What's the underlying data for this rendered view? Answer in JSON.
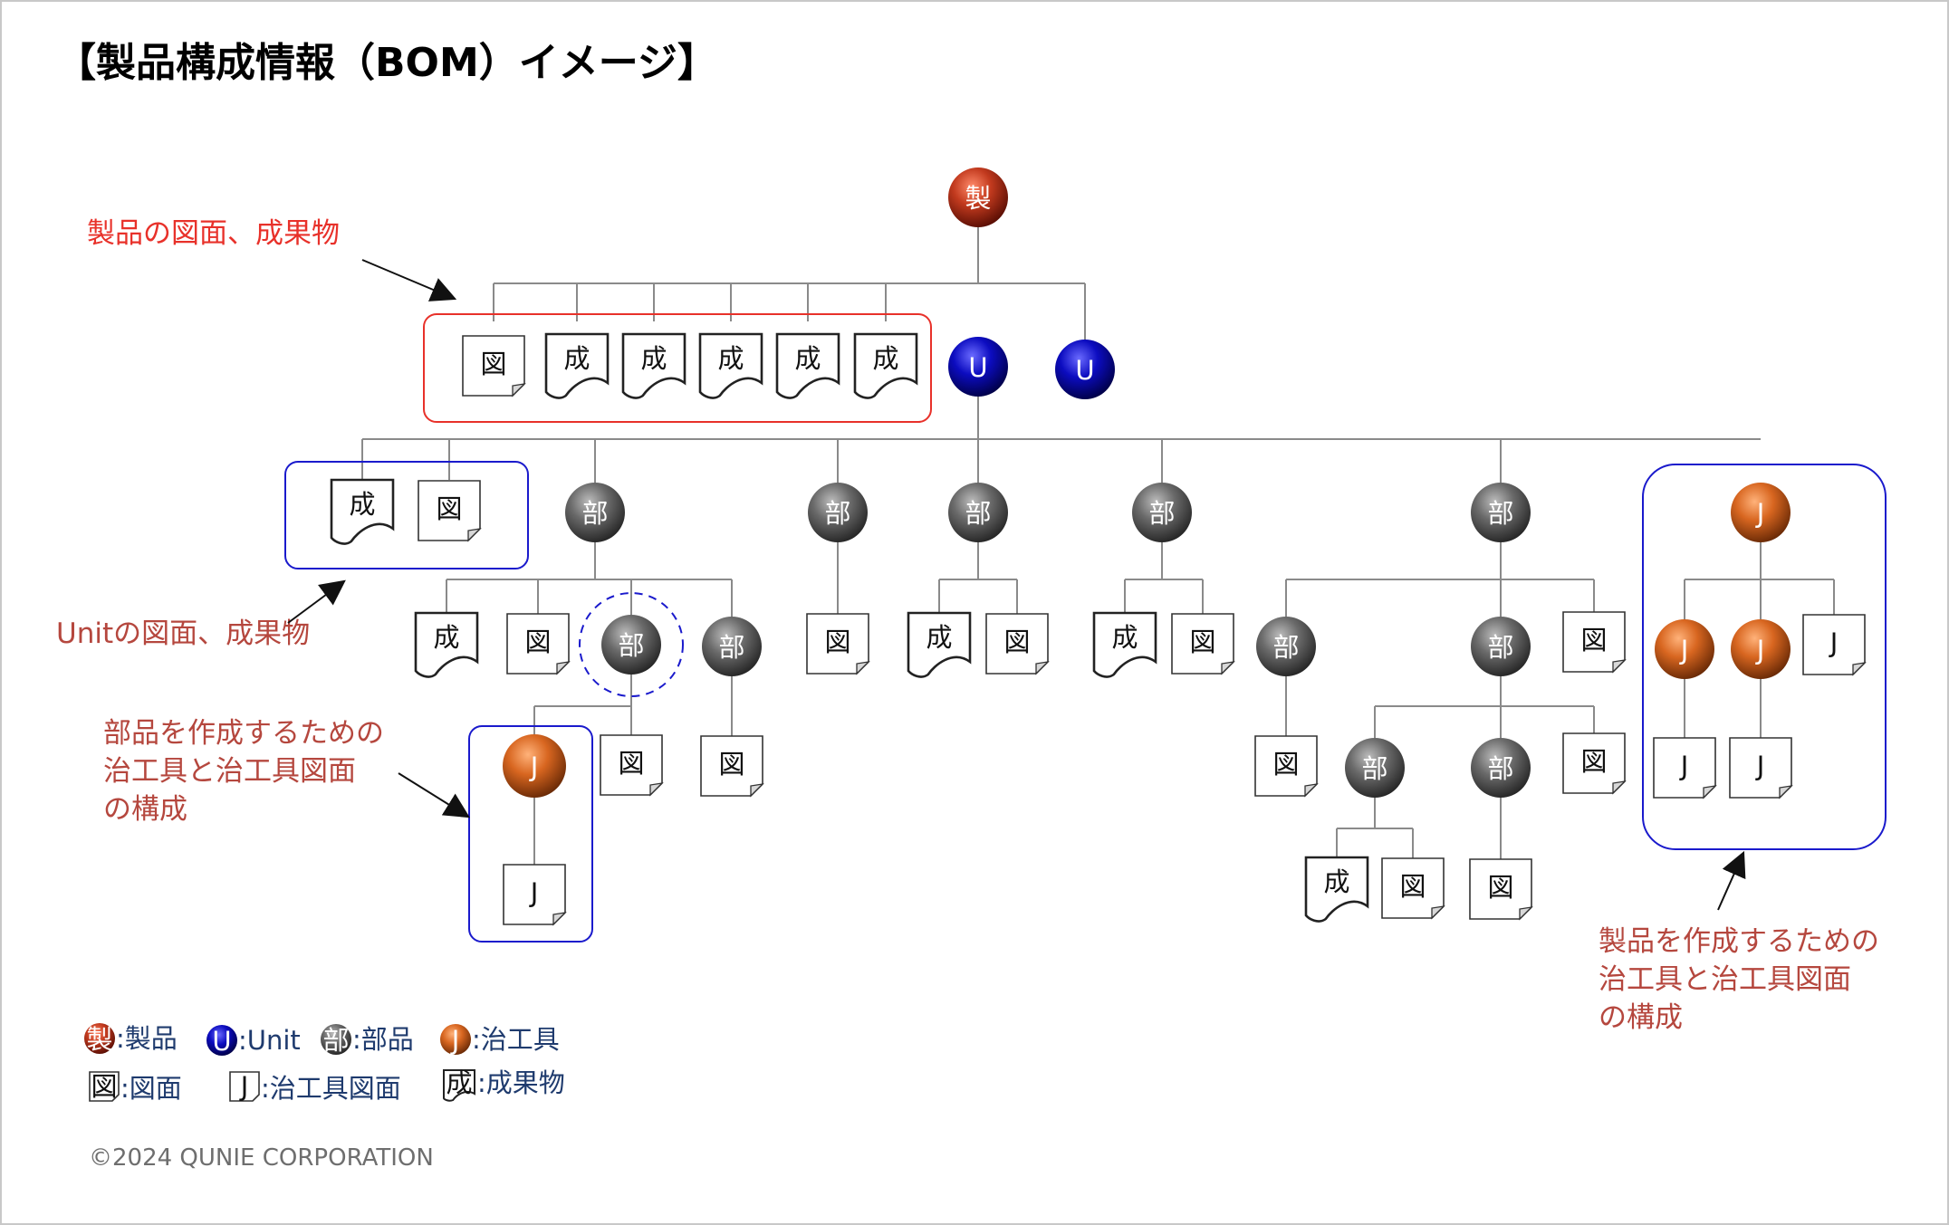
{
  "title": "【製品構成情報（BOM）イメージ】",
  "copyright": "©2024 QUNIE CORPORATION",
  "node_labels": {
    "product": "製",
    "unit": "U",
    "part": "部",
    "jig": "J",
    "drawing": "図",
    "deliverable": "成",
    "jig_drawing": "J"
  },
  "annotations": {
    "product_docs": "製品の図面、成果物",
    "unit_docs": "Unitの図面、成果物",
    "part_jig_line1": "部品を作成するための",
    "part_jig_line2": "治工具と治工具図面",
    "part_jig_line3": "の構成",
    "product_jig_line1": "製品を作成するための",
    "product_jig_line2": "治工具と治工具図面",
    "product_jig_line3": "の構成"
  },
  "legend": {
    "product": ":製品",
    "unit": ":Unit",
    "part": ":部品",
    "jig": ":治工具",
    "drawing": ":図面",
    "jig_drawing": ":治工具図面",
    "deliverable": ":成果物"
  },
  "colors": {
    "product": "#b8321c",
    "unit": "#0a0ab4",
    "part": "#666666",
    "jig": "#d2641e",
    "annotation_red": "#e8312a",
    "annotation_brown": "#b5473e",
    "group_red": "#e8312a",
    "group_blue": "#1a1acc",
    "legend_text": "#1f3b6e"
  }
}
